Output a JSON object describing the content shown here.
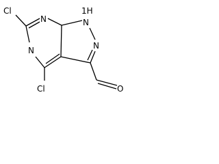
{
  "molecule": {
    "atoms": {
      "cl_left": "Cl",
      "n_top": "N",
      "nh_label": "1H",
      "n_nh": "N",
      "n_mid": "N",
      "n_right": "N",
      "cl_bottom": "Cl",
      "o_aldehyde": "O"
    }
  }
}
